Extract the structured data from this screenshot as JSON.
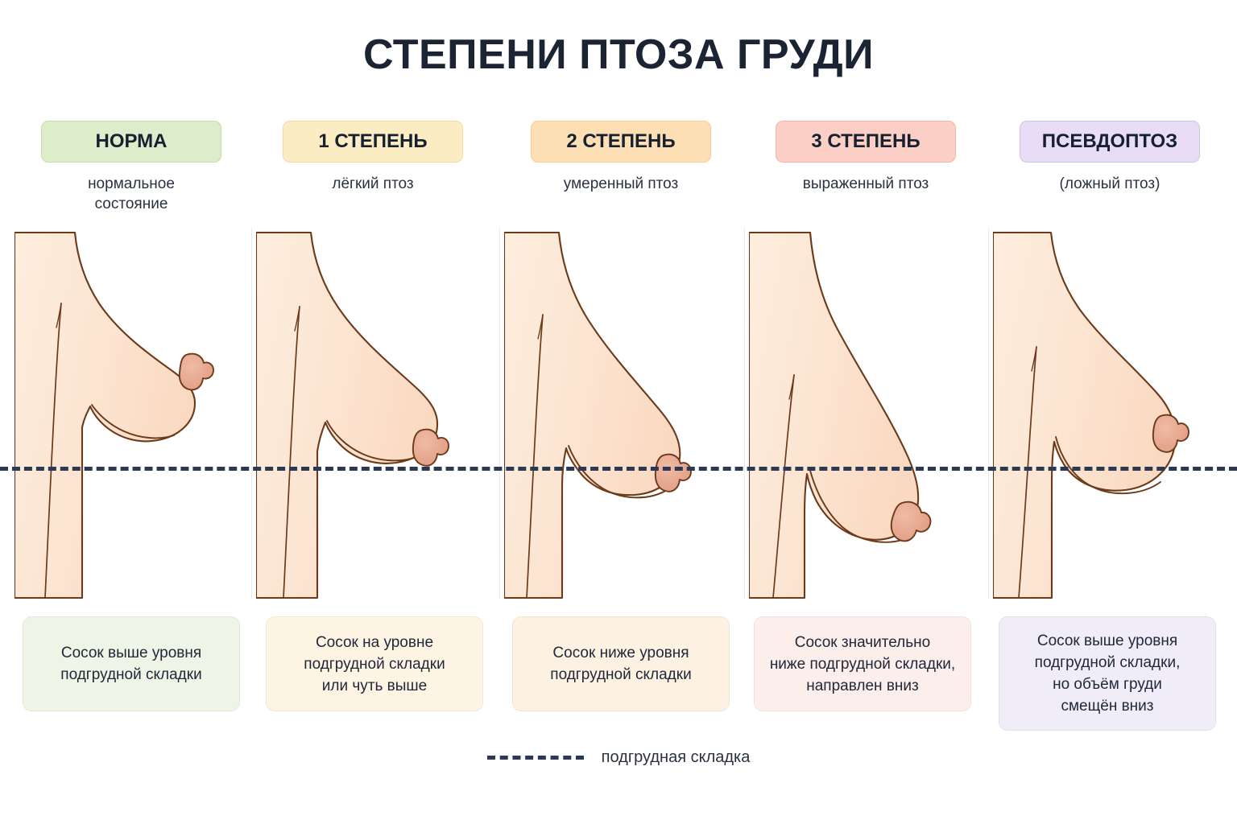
{
  "title": "СТЕПЕНИ ПТОЗА ГРУДИ",
  "colors": {
    "title_text": "#1b2433",
    "skin_fill": "#fce4d0",
    "skin_fill_light": "#fdeede",
    "outline": "#6b3a1a",
    "nipple_fill": "#e8a68e",
    "imf_line": "#2b3a52",
    "badge_green_bg": "#ddecca",
    "badge_green_border": "#c5dcab",
    "badge_yellow_bg": "#fcecc4",
    "badge_yellow_border": "#f3dca0",
    "badge_orange_bg": "#fcdfb4",
    "badge_orange_border": "#f6cd92",
    "badge_pink_bg": "#fbcfc6",
    "badge_pink_border": "#f4b4a7",
    "badge_purple_bg": "#e8dcf6",
    "badge_purple_border": "#d2c1ea",
    "caption_green_bg": "#eef5e6",
    "caption_yellow_bg": "#fdf4e4",
    "caption_orange_bg": "#fdf1e2",
    "caption_pink_bg": "#fceeeb",
    "caption_purple_bg": "#f0ecf8",
    "separator": "#ececf0"
  },
  "stages": [
    {
      "badge": "НОРМА",
      "subtitle": "нормальное\nсостояние",
      "caption": "Сосок выше уровня\nподгрудной складки",
      "badge_bg": "#ddecca",
      "badge_border": "#c5dcab",
      "caption_bg": "#eef5e6",
      "nipple_position": "above-fold"
    },
    {
      "badge": "1 СТЕПЕНЬ",
      "subtitle": "лёгкий птоз",
      "caption": "Сосок на уровне\nподгрудной складки\nили чуть выше",
      "badge_bg": "#fcecc4",
      "badge_border": "#f3dca0",
      "caption_bg": "#fdf4e4",
      "nipple_position": "at-fold"
    },
    {
      "badge": "2 СТЕПЕНЬ",
      "subtitle": "умеренный птоз",
      "caption": "Сосок ниже уровня\nподгрудной складки",
      "badge_bg": "#fcdfb4",
      "badge_border": "#f6cd92",
      "caption_bg": "#fdf1e2",
      "nipple_position": "below-fold"
    },
    {
      "badge": "3 СТЕПЕНЬ",
      "subtitle": "выраженный птоз",
      "caption": "Сосок значительно\nниже подгрудной складки,\nнаправлен вниз",
      "badge_bg": "#fbcfc6",
      "badge_border": "#f4b4a7",
      "caption_bg": "#fceeeb",
      "nipple_position": "far-below-fold-pointing-down"
    },
    {
      "badge": "ПСЕВДОПТОЗ",
      "subtitle": "(ложный птоз)",
      "caption": "Сосок выше уровня\nподгрудной складки,\nно объём груди\nсмещён вниз",
      "badge_bg": "#e8dcf6",
      "badge_border": "#d2c1ea",
      "caption_bg": "#f0ecf8",
      "nipple_position": "above-fold-volume-below"
    }
  ],
  "legend": {
    "label": "подгрудная складка",
    "line_style": "dashed",
    "line_color": "#2b3a52"
  }
}
